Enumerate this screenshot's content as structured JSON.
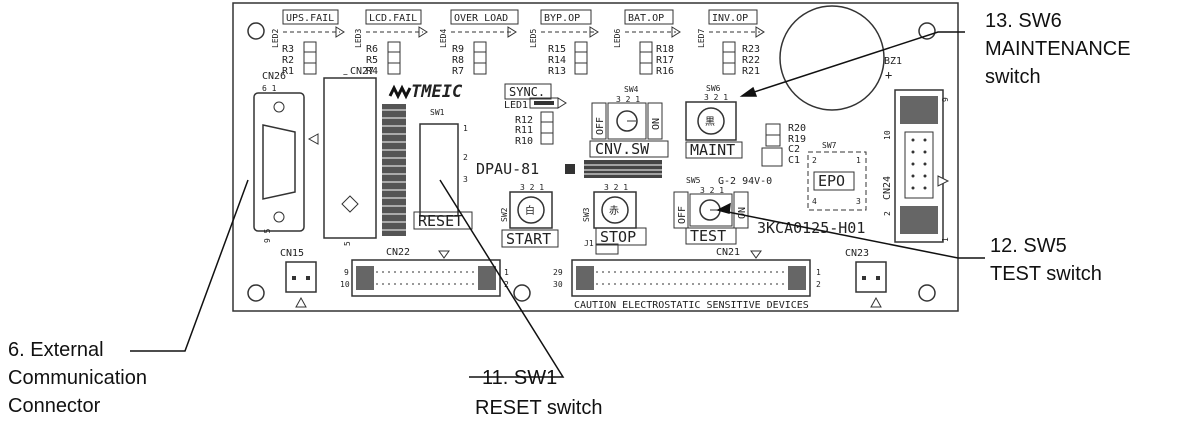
{
  "board": {
    "led_labels": [
      "UPS.FAIL",
      "LCD.FAIL",
      "OVER LOAD",
      "BYP.OP",
      "BAT.OP",
      "INV.OP"
    ],
    "led_ids": [
      "LED2",
      "LED3",
      "LED4",
      "LED5",
      "LED6",
      "LED7"
    ],
    "resistor_groups": [
      [
        "R3",
        "R2",
        "R1"
      ],
      [
        "R6",
        "R5",
        "R4"
      ],
      [
        "R9",
        "R8",
        "R7"
      ],
      [
        "R15",
        "R14",
        "R13"
      ],
      [
        "R18",
        "R17",
        "R16"
      ],
      [
        "R23",
        "R22",
        "R21"
      ]
    ],
    "cn27": "CN27",
    "cn26": "CN26",
    "cn26_pins_top": "6   1",
    "cn26_pins_bottom": "9   5",
    "logo": "TMEIC",
    "sync_label": "SYNC.",
    "led1": "LED1",
    "r_mid": [
      "R12",
      "R11",
      "R10"
    ],
    "sw4": "SW4",
    "sw4_pins": "3 2 1",
    "off_label": "OFF",
    "on_label": "ON",
    "cnv_sw": "CNV.SW",
    "sw6": "SW6",
    "sw6_pins": "3 2 1",
    "sw6_color": "黒",
    "maint": "MAINT",
    "bz1": "BZ1",
    "bz_plus": "+",
    "r_right": [
      "R20",
      "R19",
      "C2",
      "C1"
    ],
    "sw7": "SW7",
    "epo": "EPO",
    "sw7_pins": [
      "2",
      "1",
      "4",
      "3"
    ],
    "cn24": "CN24",
    "cn24_pins": [
      "10",
      "9",
      "2",
      "1"
    ],
    "sw1": "SW1",
    "sw1_pins": [
      "1",
      "2",
      "3"
    ],
    "reset": "RESET",
    "dpau": "DPAU-81",
    "sw5": "SW5",
    "sw5_pins": "3 2 1",
    "ul_mark": "G-2 94V-0",
    "sw2": "SW2",
    "sw2_pins": "3 2 1",
    "sw2_color": "白",
    "start": "START",
    "sw3": "SW3",
    "sw3_pins": "3 2 1",
    "sw3_color": "赤",
    "stop": "STOP",
    "test": "TEST",
    "part_no": "3KCA0125-H01",
    "j1": "J1",
    "cn15": "CN15",
    "cn22": "CN22",
    "cn22_pins": [
      "9",
      "10",
      "1",
      "2"
    ],
    "cn21": "CN21",
    "cn21_pins": [
      "29",
      "30",
      "1",
      "2"
    ],
    "cn23": "CN23",
    "caution": "CAUTION  ELECTROSTATIC  SENSITIVE  DEVICES",
    "pin_5": "5",
    "minus": "−"
  },
  "callouts": {
    "c13": [
      "13. SW6",
      "MAINTENANCE",
      "switch"
    ],
    "c12": [
      "12. SW5",
      "TEST switch"
    ],
    "c6": [
      "6. External",
      "Communication",
      "Connector"
    ],
    "c11": [
      "11. SW1",
      "RESET switch"
    ]
  }
}
